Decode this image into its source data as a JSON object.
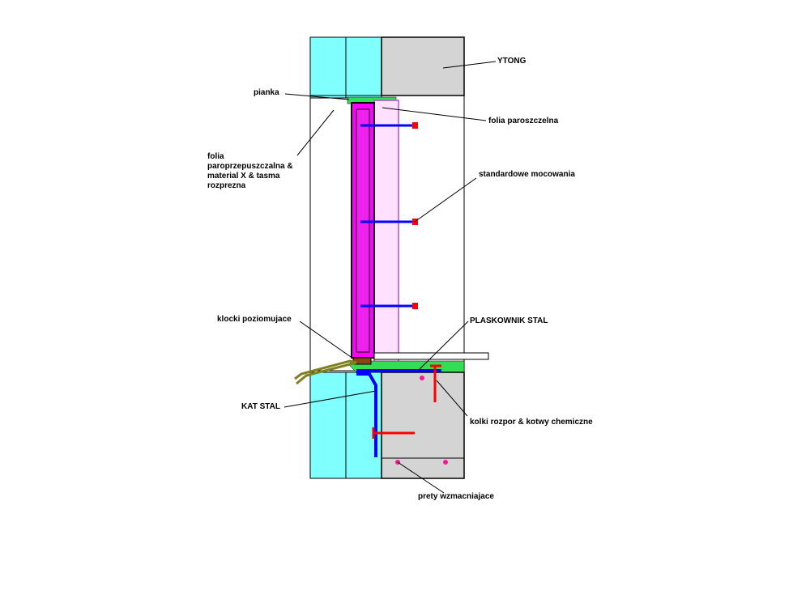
{
  "labels": {
    "ytong": "YTONG",
    "pianka": "pianka",
    "folia_paroszczelna": "folia paroszczelna",
    "folia_line1": "folia",
    "folia_line2": "paroprzepuszczalna &",
    "folia_line3": "material X & tasma",
    "folia_line4": "rozprezna",
    "standardowe": "standardowe mocowania",
    "klocki": "klocki poziomujace",
    "plaskownik": "PLASKOWNIK STAL",
    "kat": "KAT STAL",
    "kolki": "kolki rozpor & kotwy chemiczne",
    "prety": "prety wzmacniajace"
  },
  "colors": {
    "insulation": "#80ffff",
    "concrete": "#d4d4d4",
    "foam": "#33dd55",
    "window_frame": "#ff00ff",
    "vapor_foil": "#ffe0ff",
    "vapor_foil_edge": "#aa55cc",
    "fixing": "#0000ff",
    "anchor": "#ff0000",
    "sill": "#808020",
    "rebar": "#ff1493",
    "leveling_block": "#8b4513"
  }
}
